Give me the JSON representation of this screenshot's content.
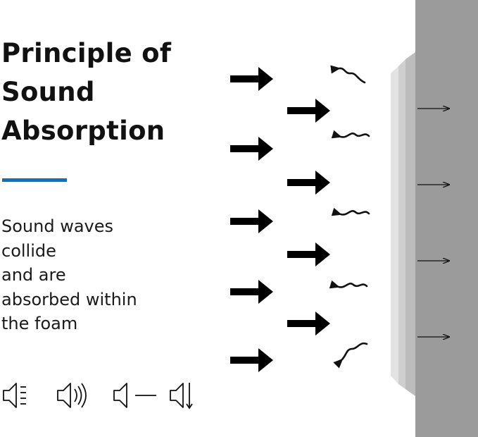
{
  "title": {
    "line1": "Principle of",
    "line2": "Sound",
    "line3": "Absorption"
  },
  "description": {
    "line1": "Sound waves",
    "line2": "collide",
    "line3": "and are",
    "line4": "absorbed within",
    "line5": "the foam"
  },
  "colors": {
    "accent": "#0a72c0",
    "wall": "#9b9b9b",
    "foam_front": "#e3e3e3",
    "foam_mid": "#cfcfcf",
    "foam_back": "#bcbcbc",
    "arrow": "#000000"
  },
  "icons": [
    "speaker-muted-icon",
    "speaker-loud-icon",
    "speaker-flat-line-icon",
    "speaker-down-arrow-icon"
  ]
}
